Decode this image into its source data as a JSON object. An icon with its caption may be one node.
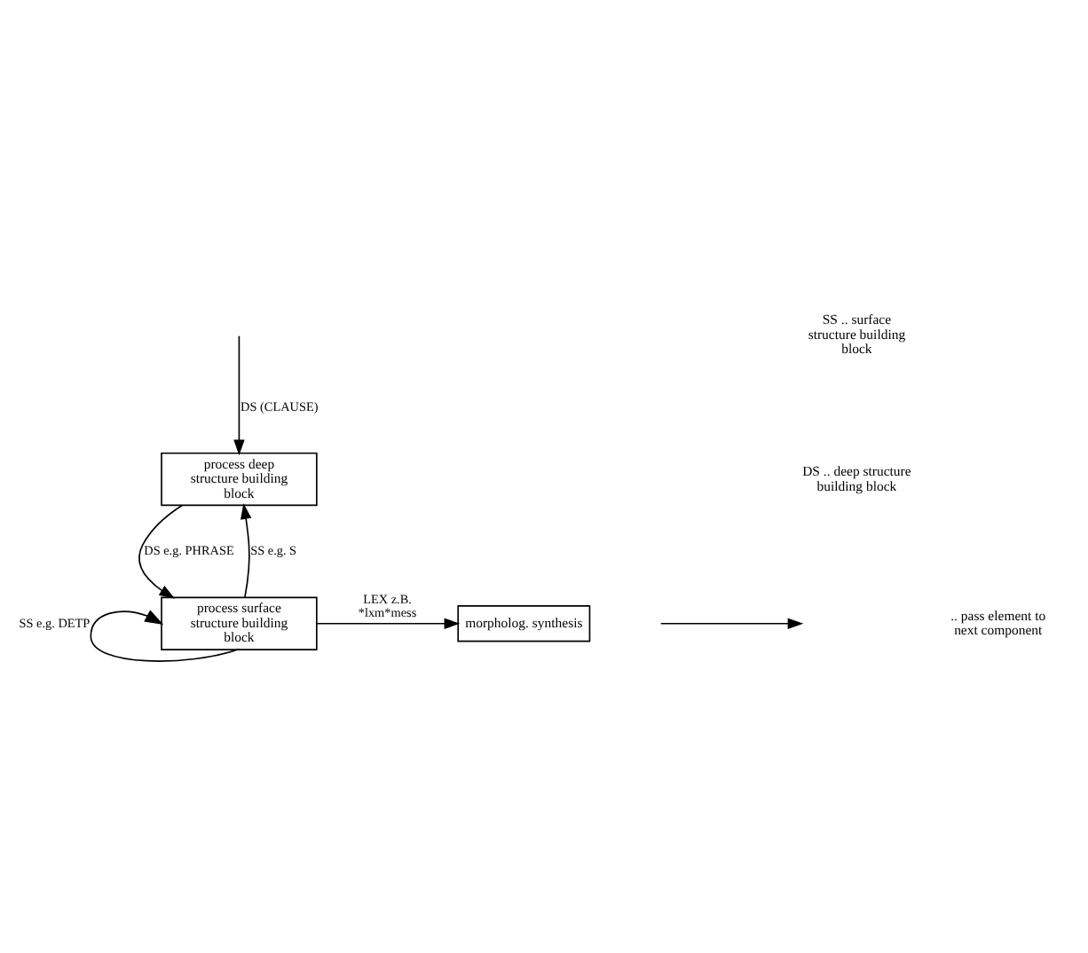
{
  "diagram": {
    "nodes": [
      {
        "text": [
          "process deep structure building block"
        ]
      },
      {
        "text": [
          "process surface structure building block"
        ]
      },
      {
        "text": [
          "morpholog. synthesis"
        ]
      }
    ],
    "edges": [
      {
        "from": null,
        "to": 0,
        "arrow": "to",
        "label": "DS (CLAUSE)"
      },
      {
        "from": 0,
        "to": 1,
        "arrow": "to",
        "label": "DS e.g. PHRASE"
      },
      {
        "from": 1,
        "to": 0,
        "arrow": "to",
        "label": "SS e.g. S"
      },
      {
        "from": 1,
        "to": 2,
        "arrow": "to",
        "label": "LEX z.B. *lxm*mess"
      },
      {
        "from": 1,
        "to": 1,
        "arrow": "to",
        "label": "SS e.g. DETP"
      }
    ],
    "labels": [
      "SS .. surface structure building block",
      "DS .. deep structure building block"
    ],
    "legend": [
      {
        "text": ".. pass element to next component"
      }
    ]
  }
}
